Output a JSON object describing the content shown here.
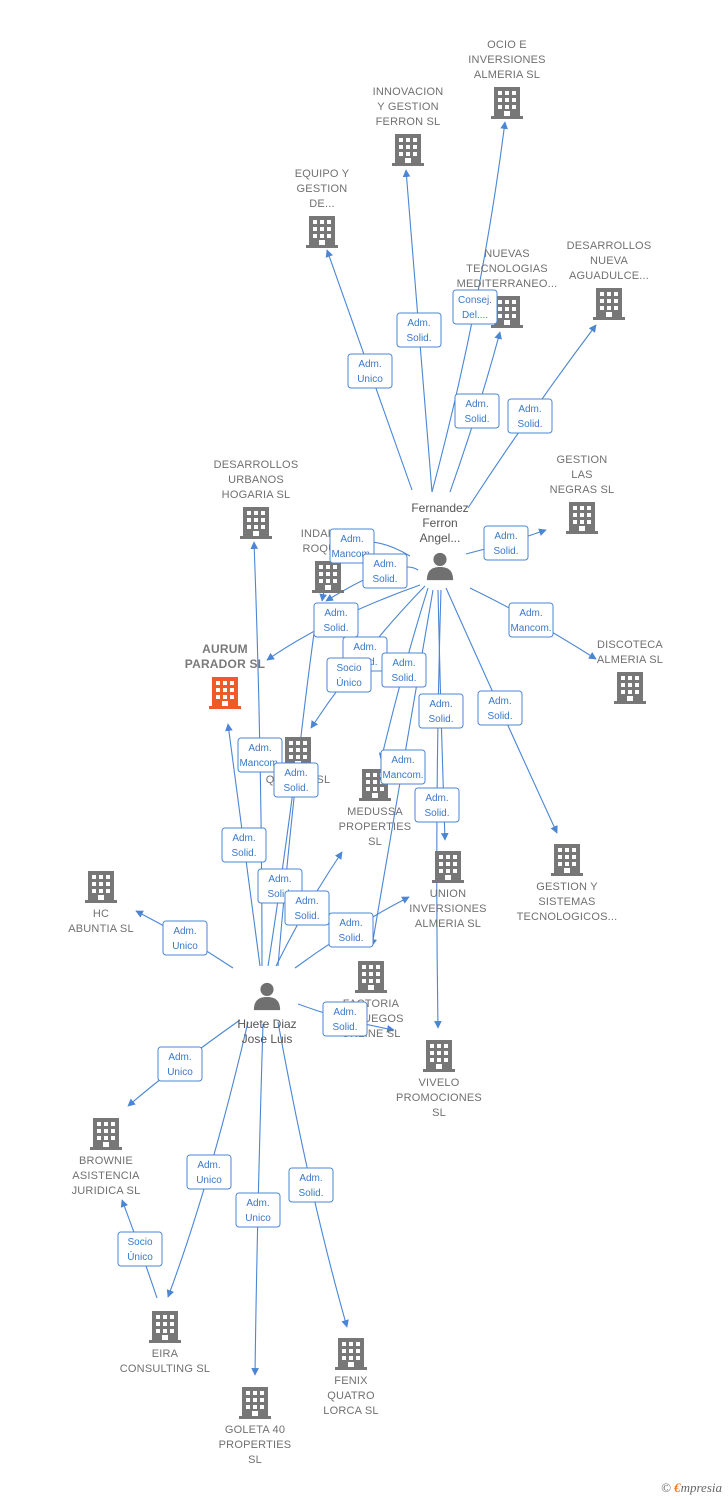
{
  "colors": {
    "edge": "#4a86d4",
    "building": "#777777",
    "focus_building": "#ef5a2a",
    "person": "#707070",
    "label": "#707070"
  },
  "nodes": [
    {
      "id": "ocio",
      "type": "company",
      "label": [
        "OCIO E",
        "INVERSIONES",
        "ALMERIA SL"
      ]
    },
    {
      "id": "innovacion",
      "type": "company",
      "label": [
        "INNOVACION",
        "Y GESTION",
        "FERRON SL"
      ]
    },
    {
      "id": "equipo",
      "type": "company",
      "label": [
        "EQUIPO Y",
        "GESTION",
        "DE..."
      ]
    },
    {
      "id": "nuevas",
      "type": "company",
      "label": [
        "NUEVAS",
        "TECNOLOGIAS",
        "MEDITERRANEO..."
      ]
    },
    {
      "id": "desarrollos_nueva",
      "type": "company",
      "label": [
        "DESARROLLOS",
        "NUEVA",
        "AGUADULCE..."
      ]
    },
    {
      "id": "gestion_negras",
      "type": "company",
      "label": [
        "GESTION",
        "LAS",
        "NEGRAS  SL"
      ]
    },
    {
      "id": "desarrollos_urbanos",
      "type": "company",
      "label": [
        "DESARROLLOS",
        "URBANOS",
        "HOGARIA  SL"
      ]
    },
    {
      "id": "indaltek",
      "type": "company",
      "label": [
        "INDALTEK",
        "ROQUE..."
      ]
    },
    {
      "id": "aurum",
      "type": "focus",
      "label": [
        "AURUM",
        "PARADOR  SL"
      ]
    },
    {
      "id": "discoteca",
      "type": "company",
      "label": [
        "DISCOTECA",
        "ALMERIA SL"
      ]
    },
    {
      "id": "quatro",
      "type": "company",
      "label": [
        "QUATRO  SL"
      ]
    },
    {
      "id": "medussa",
      "type": "company",
      "label": [
        "MEDUSSA",
        "PROPERTIES",
        "SL"
      ]
    },
    {
      "id": "union",
      "type": "company",
      "label": [
        "UNION",
        "INVERSIONES",
        "ALMERIA  SL"
      ]
    },
    {
      "id": "gestion_sistemas",
      "type": "company",
      "label": [
        "GESTION Y",
        "SISTEMAS",
        "TECNOLOGICOS..."
      ]
    },
    {
      "id": "hc",
      "type": "company",
      "label": [
        "HC",
        "ABUNTIA  SL"
      ]
    },
    {
      "id": "factoria",
      "type": "company",
      "label": [
        "FACTORIA",
        "DE JUEGOS",
        "ONLINE SL"
      ]
    },
    {
      "id": "vivelo",
      "type": "company",
      "label": [
        "VIVELO",
        "PROMOCIONES",
        "SL"
      ]
    },
    {
      "id": "brownie",
      "type": "company",
      "label": [
        "BROWNIE",
        "ASISTENCIA",
        "JURIDICA  SL"
      ]
    },
    {
      "id": "eira",
      "type": "company",
      "label": [
        "EIRA",
        "CONSULTING SL"
      ]
    },
    {
      "id": "goleta",
      "type": "company",
      "label": [
        "GOLETA 40",
        "PROPERTIES",
        "SL"
      ]
    },
    {
      "id": "fenix",
      "type": "company",
      "label": [
        "FENIX",
        "QUATRO",
        "LORCA  SL"
      ]
    },
    {
      "id": "fernandez",
      "type": "person",
      "label": [
        "Fernandez",
        "Ferron",
        "Angel..."
      ]
    },
    {
      "id": "huete",
      "type": "person",
      "label": [
        "Huete Diaz",
        "Jose Luis"
      ]
    }
  ],
  "edges": [
    {
      "from": "fernandez",
      "to": "ocio",
      "rel": [
        "Consej.",
        "Del...."
      ]
    },
    {
      "from": "fernandez",
      "to": "innovacion",
      "rel": [
        "Adm.",
        "Solid."
      ]
    },
    {
      "from": "fernandez",
      "to": "equipo",
      "rel": [
        "Adm.",
        "Unico"
      ]
    },
    {
      "from": "fernandez",
      "to": "nuevas",
      "rel": [
        "Adm.",
        "Solid."
      ]
    },
    {
      "from": "fernandez",
      "to": "desarrollos_nueva",
      "rel": [
        "Adm.",
        "Solid."
      ]
    },
    {
      "from": "fernandez",
      "to": "gestion_negras",
      "rel": [
        "Adm.",
        "Solid."
      ]
    },
    {
      "from": "fernandez",
      "to": "indaltek",
      "rel": [
        "Adm.",
        "Mancom."
      ]
    },
    {
      "from": "fernandez",
      "to": "indaltek",
      "rel": [
        "Adm.",
        "Solid."
      ]
    },
    {
      "from": "fernandez",
      "to": "aurum",
      "rel": [
        "Adm.",
        "Solid."
      ]
    },
    {
      "from": "fernandez",
      "to": "discoteca",
      "rel": [
        "Adm.",
        "Mancom."
      ]
    },
    {
      "from": "fernandez",
      "to": "quatro",
      "rel": [
        "Adm.",
        "Solid."
      ]
    },
    {
      "from": "fernandez",
      "to": "medussa",
      "rel": [
        "Adm.",
        "Solid."
      ]
    },
    {
      "from": "fernandez",
      "to": "union",
      "rel": [
        "Adm.",
        "Solid."
      ]
    },
    {
      "from": "fernandez",
      "to": "gestion_sistemas",
      "rel": [
        "Adm.",
        "Solid."
      ]
    },
    {
      "from": "fernandez",
      "to": "vivelo",
      "rel": [
        "Adm.",
        "Solid."
      ]
    },
    {
      "from": "fernandez",
      "to": "factoria",
      "rel": [
        "Adm.",
        "Mancom."
      ]
    },
    {
      "from": "huete",
      "to": "desarrollos_urbanos",
      "rel": [
        "Adm.",
        "Mancom."
      ]
    },
    {
      "from": "huete",
      "to": "aurum",
      "rel": [
        "Adm.",
        "Solid."
      ]
    },
    {
      "from": "huete",
      "to": "quatro",
      "rel": [
        "Adm.",
        "Solid."
      ]
    },
    {
      "from": "huete",
      "to": "medussa",
      "rel": [
        "Adm.",
        "Solid."
      ]
    },
    {
      "from": "huete",
      "to": "union",
      "rel": [
        "Adm.",
        "Solid."
      ]
    },
    {
      "from": "huete",
      "to": "hc",
      "rel": [
        "Adm.",
        "Unico"
      ]
    },
    {
      "from": "huete",
      "to": "factoria",
      "rel": [
        "Adm.",
        "Solid."
      ]
    },
    {
      "from": "huete",
      "to": "brownie",
      "rel": [
        "Adm.",
        "Unico"
      ]
    },
    {
      "from": "huete",
      "to": "eira",
      "rel": [
        "Adm.",
        "Unico"
      ]
    },
    {
      "from": "huete",
      "to": "goleta",
      "rel": [
        "Adm.",
        "Unico"
      ]
    },
    {
      "from": "huete",
      "to": "fenix",
      "rel": [
        "Adm.",
        "Solid."
      ]
    },
    {
      "from": "eira",
      "to": "brownie",
      "rel": [
        "Socio",
        "Único"
      ]
    },
    {
      "from": "medussa",
      "to": "quatro",
      "rel": [
        "Socio",
        "Único"
      ]
    },
    {
      "from": "huete",
      "to": "quatro",
      "rel": [
        "Adm.",
        "Solid."
      ]
    }
  ],
  "brand": {
    "copyright": "©",
    "name_first": "€",
    "name_rest": "mpresia"
  }
}
